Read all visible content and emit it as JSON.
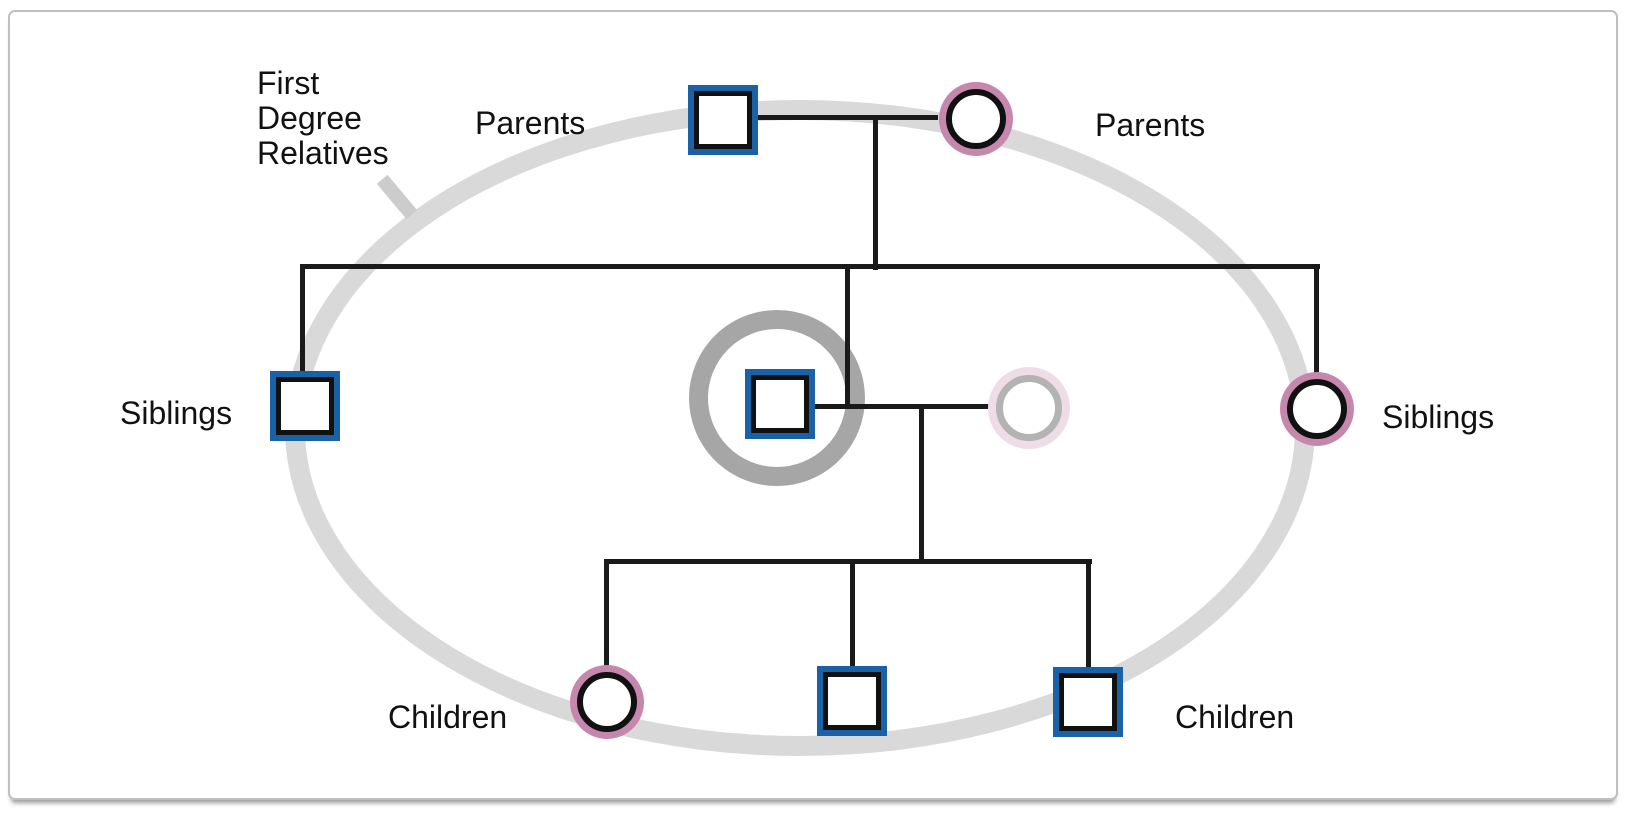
{
  "figure": {
    "annotation": "First\nDegree\nRelatives",
    "labels": {
      "parents_left": "Parents",
      "parents_right": "Parents",
      "siblings_left": "Siblings",
      "siblings_right": "Siblings",
      "children_left": "Children",
      "children_right": "Children"
    },
    "persons": [
      {
        "role": "father",
        "generation": "parents",
        "sex": "male",
        "symbol": "square"
      },
      {
        "role": "mother",
        "generation": "parents",
        "sex": "female",
        "symbol": "circle"
      },
      {
        "role": "sibling-male",
        "generation": "siblings",
        "sex": "male",
        "symbol": "square"
      },
      {
        "role": "proband",
        "generation": "siblings",
        "sex": "male",
        "symbol": "square",
        "highlighted_with_ring": true
      },
      {
        "role": "spouse",
        "generation": "siblings",
        "sex": "female",
        "symbol": "circle",
        "faded_outside_first_degree": true
      },
      {
        "role": "sibling-female",
        "generation": "siblings",
        "sex": "female",
        "symbol": "circle"
      },
      {
        "role": "child-female",
        "generation": "children",
        "sex": "female",
        "symbol": "circle"
      },
      {
        "role": "child-male",
        "generation": "children",
        "sex": "male",
        "symbol": "square"
      },
      {
        "role": "child-male",
        "generation": "children",
        "sex": "male",
        "symbol": "square"
      }
    ],
    "colors": {
      "male_outline": "#1a62a5",
      "female_outline": "#c687ad",
      "symbol_stroke": "#111111",
      "relationship_line": "#1a1a1a",
      "boundary_ellipse": "#d9d9d9",
      "proband_ring": "#a6a6a6",
      "faded_pink": "#eedce7",
      "faded_gray": "#b3b3b3",
      "pointer_tick": "#cccccc",
      "frame_border": "#bfbfbf"
    }
  }
}
